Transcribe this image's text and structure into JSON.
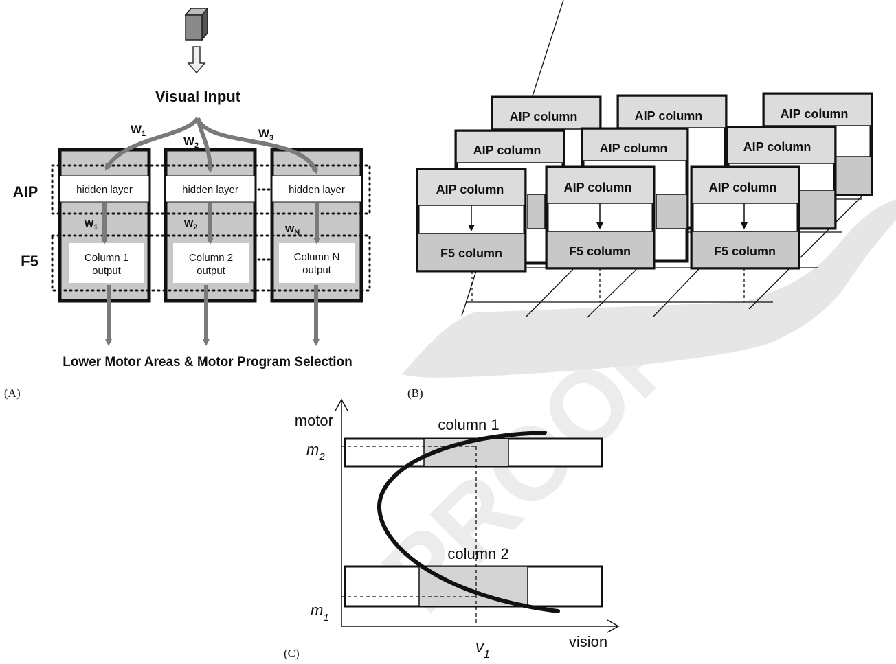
{
  "panel_a": {
    "letter": "(A)",
    "input_label": "Visual Input",
    "input_weights": [
      {
        "main": "W",
        "sub": "1"
      },
      {
        "main": "W",
        "sub": "2"
      },
      {
        "main": "W",
        "sub": "3"
      }
    ],
    "row_labels": {
      "aip": "AIP",
      "f5": "F5"
    },
    "columns": [
      {
        "hidden": "hidden layer",
        "weight_main": "w",
        "weight_sub": "1",
        "output_line1": "Column 1",
        "output_line2": "output"
      },
      {
        "hidden": "hidden layer",
        "weight_main": "w",
        "weight_sub": "2",
        "output_line1": "Column 2",
        "output_line2": "output"
      },
      {
        "hidden": "hidden layer",
        "weight_main": "w",
        "weight_sub": "N",
        "output_line1": "Column N",
        "output_line2": "output"
      }
    ],
    "bottom_label": "Lower Motor Areas & Motor Program Selection"
  },
  "panel_b": {
    "letter": "(B)",
    "aip_label": "AIP column",
    "f5_label": "F5 column"
  },
  "panel_c": {
    "letter": "(C)",
    "y_axis_label": "motor",
    "x_axis_label": "vision",
    "column1_label": "column 1",
    "column2_label": "column 2",
    "m2": {
      "main": "m",
      "sub": "2"
    },
    "m1": {
      "main": "m",
      "sub": "1"
    },
    "v1": {
      "main": "v",
      "sub": "1"
    }
  },
  "watermark": "PROOF",
  "colors": {
    "panel_gray": "#c8c8c8",
    "arrow_gray": "#7a7a7a",
    "light_box": "#dcdcdc",
    "floor": "#e6e6e6",
    "highlight": "#d4d4d4"
  }
}
